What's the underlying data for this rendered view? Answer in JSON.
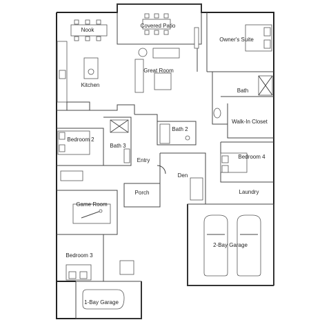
{
  "rooms": {
    "covered_patio": "Covered Patio",
    "nook": "Nook",
    "owners_suite": "Owner's Suite",
    "great_room": "Great Room",
    "kitchen": "Kitchen",
    "bath": "Bath",
    "bath2": "Bath 2",
    "walk_in_closet": "Walk-In Closet",
    "bedroom2": "Bedroom 2",
    "bath3": "Bath 3",
    "entry": "Entry",
    "bedroom4": "Bedroom 4",
    "den": "Den",
    "porch": "Porch",
    "laundry": "Laundry",
    "game_room": "Game Room",
    "two_bay_garage": "2-Bay Garage",
    "bedroom3": "Bedroom 3",
    "one_bay_garage": "1-Bay Garage"
  }
}
